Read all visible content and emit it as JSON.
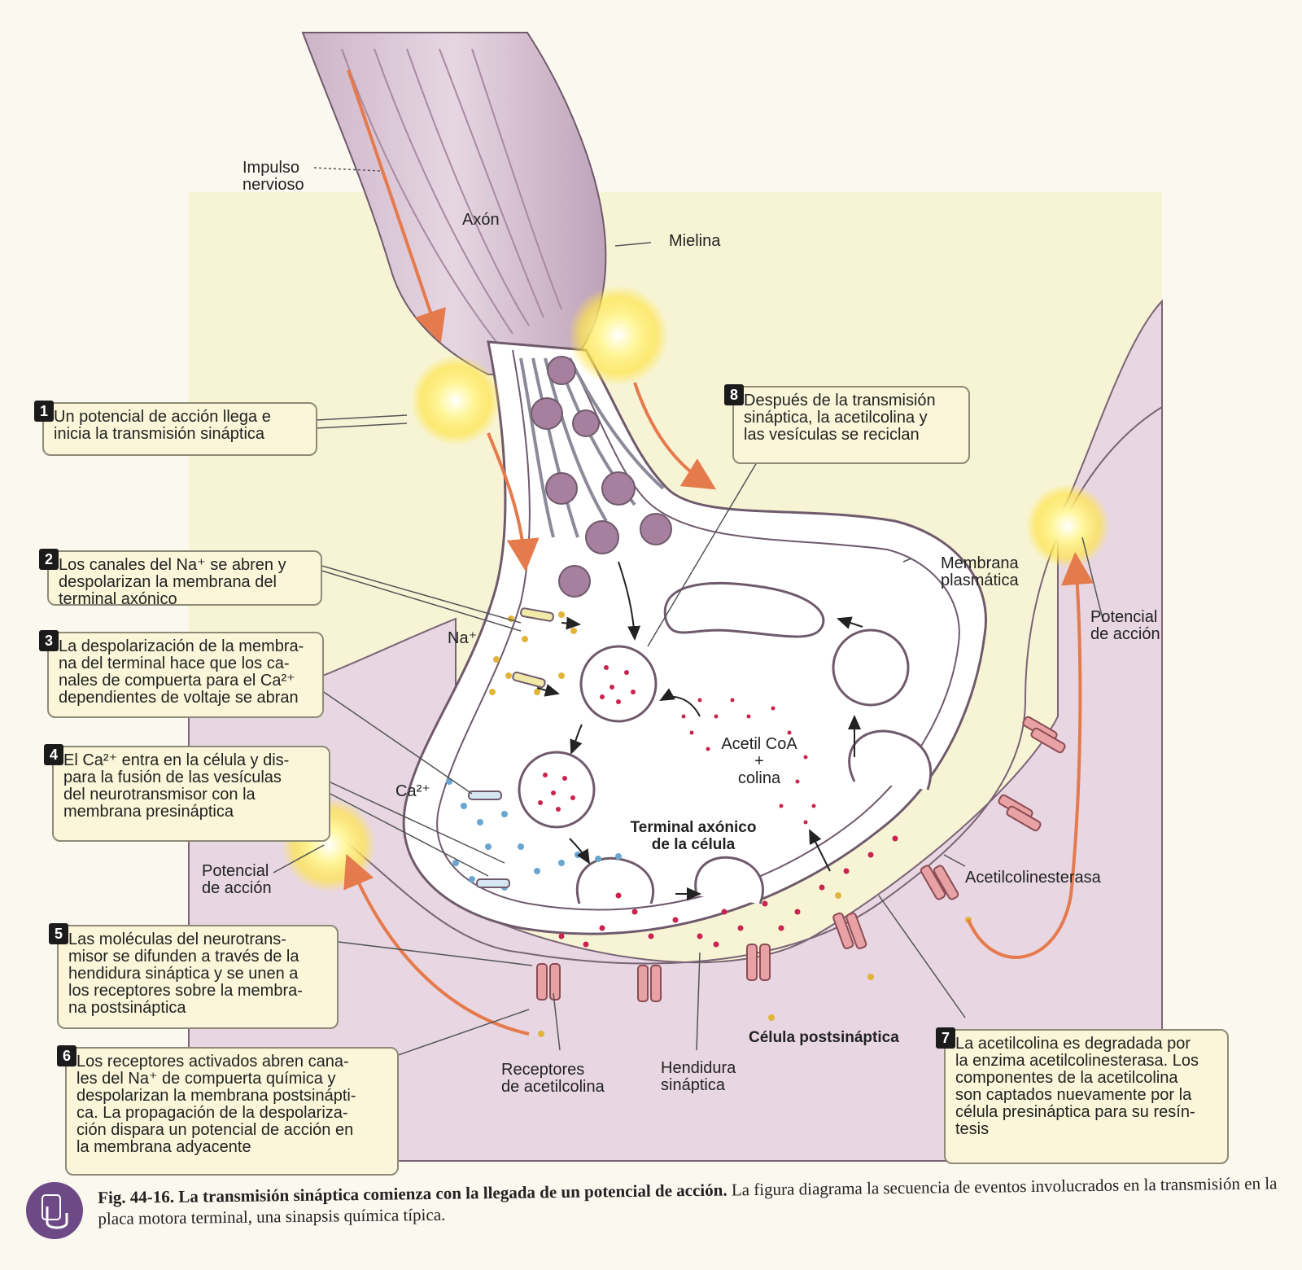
{
  "figure": {
    "colors": {
      "background_panel": "#f7f4d6",
      "axon": "#d6c2d2",
      "terminal_membrane": "#e9dbe6",
      "vesicle": "#a6809e",
      "neurotransmitter": "#c8244f",
      "calcium": "#6aa6d0",
      "sodium": "#e2b43a",
      "receptor": "#e8a2a6",
      "impulse_arrow": "#e57a4c",
      "flash": "#fff17a"
    },
    "labels": {
      "impulso": "Impulso\nnervioso",
      "axon": "Axón",
      "mielina": "Mielina",
      "na": "Na⁺",
      "ca": "Ca²⁺",
      "membrana_plasmatica": "Membrana\nplasmática",
      "potencial_right": "Potencial\nde acción",
      "potencial_left": "Potencial\nde acción",
      "acetil": "Acetil CoA\n+\ncolina",
      "terminal": "Terminal axónico\nde la célula",
      "acetilcolinesterasa": "Acetilcolinesterasa",
      "celula_post": "Célula postsináptica",
      "receptores": "Receptores\nde acetilcolina",
      "hendidura": "Hendidura\nsináptica"
    },
    "steps": [
      {
        "n": "1",
        "text": "Un potencial de acción llega e\ninicia la transmisión sináptica"
      },
      {
        "n": "2",
        "text": "Los canales del Na⁺ se abren y\ndespolarizan la membrana del\nterminal axónico"
      },
      {
        "n": "3",
        "text": "La despolarización de la membra-\nna del terminal hace que los ca-\nnales de compuerta para el Ca²⁺\ndependientes de voltaje se abran"
      },
      {
        "n": "4",
        "text": "El Ca²⁺ entra en la célula y dis-\npara la fusión de las vesículas\ndel neurotransmisor con la\nmembrana presináptica"
      },
      {
        "n": "5",
        "text": "Las moléculas del neurotrans-\nmisor se difunden a través de la\nhendidura sináptica y se unen a\nlos receptores sobre la membra-\nna postsináptica"
      },
      {
        "n": "6",
        "text": "Los receptores activados abren cana-\nles del Na⁺ de compuerta química y\ndespolarizan la membrana postsinápti-\nca. La propagación de la despolariza-\nción dispara un potencial de acción en\nla membrana adyacente"
      },
      {
        "n": "7",
        "text": "La acetilcolina es degradada por\nla enzima acetilcolinesterasa. Los\ncomponentes de la acetilcolina\nson captados nuevamente por la\ncélula presináptica para su resín-\ntesis"
      },
      {
        "n": "8",
        "text": "Después de la transmisión\nsináptica, la acetilcolina y\nlas vesículas se reciclan"
      }
    ],
    "caption": {
      "title": "Fig. 44-16. La transmisión sináptica comienza con la llegada de un potencial de acción.",
      "body": " La figura diagrama la secuencia de eventos involucrados en la transmisión en la placa motora terminal, una sinapsis química típica."
    }
  }
}
